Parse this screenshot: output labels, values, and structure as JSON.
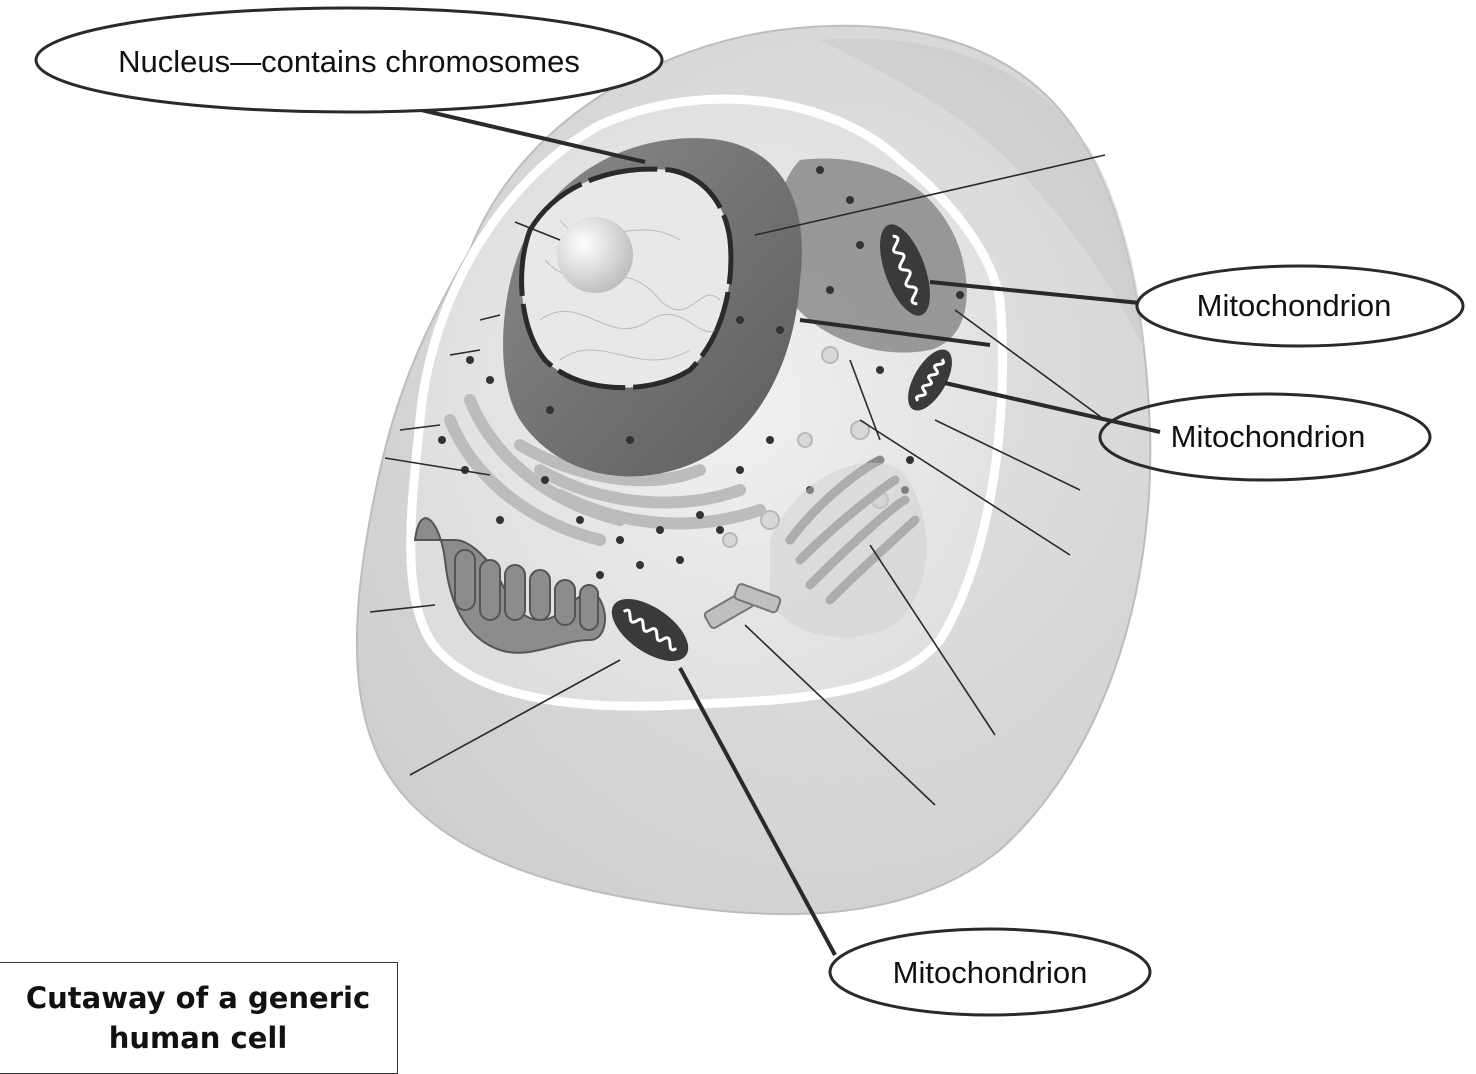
{
  "callouts": {
    "nucleus": "Nucleus—contains chromosomes",
    "mito_right_upper": "Mitochondrion",
    "mito_right_lower": "Mitochondrion",
    "mito_bottom": "Mitochondrion"
  },
  "caption": {
    "line1": "Cutaway of a generic",
    "line2": "human cell"
  }
}
